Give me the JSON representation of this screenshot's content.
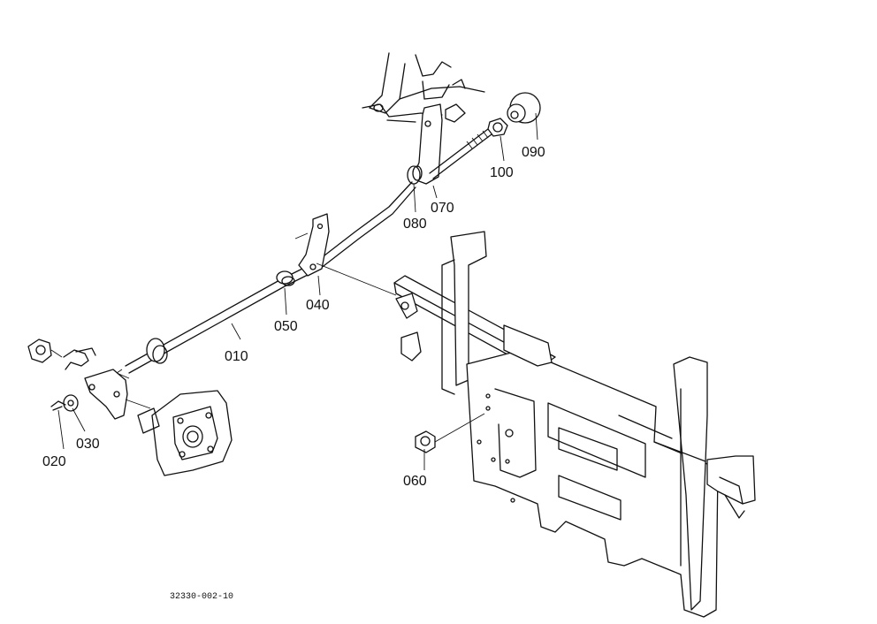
{
  "parts": [
    {
      "id": "p010",
      "number": "010"
    },
    {
      "id": "p020",
      "number": "020"
    },
    {
      "id": "p030",
      "number": "030"
    },
    {
      "id": "p040",
      "number": "040"
    },
    {
      "id": "p050",
      "number": "050"
    },
    {
      "id": "p060",
      "number": "060"
    },
    {
      "id": "p070",
      "number": "070"
    },
    {
      "id": "p080",
      "number": "080"
    },
    {
      "id": "p090",
      "number": "090"
    },
    {
      "id": "p100",
      "number": "100"
    }
  ],
  "figure_code": "32330-002-10"
}
